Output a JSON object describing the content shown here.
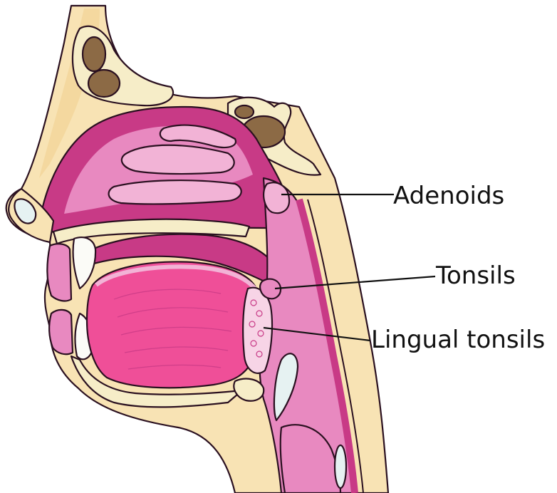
{
  "labels": {
    "adenoids": "Adenoids",
    "tonsils": "Tonsils",
    "lingual_tonsils": "Lingual tonsils"
  },
  "colors": {
    "skin": "#f8e3b4",
    "skin_dark": "#f1d08e",
    "cavity": "#c83a86",
    "mucosa": "#e889c0",
    "mucosa_light": "#f2b3d6",
    "tongue": "#ef4f98",
    "bone": "#f6edc8",
    "sinus": "#8c6a45",
    "lymph": "#f7d4e6",
    "outline": "#2a1020"
  }
}
